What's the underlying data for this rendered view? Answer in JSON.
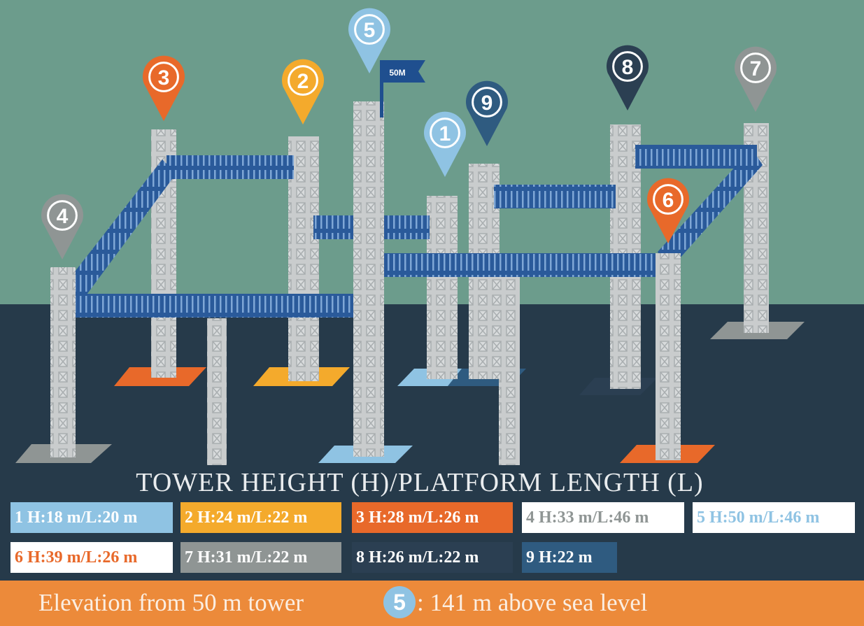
{
  "flag_label": "50M",
  "heading": "TOWER HEIGHT (H)/PLATFORM LENGTH (L)",
  "towers": [
    {
      "num": "1",
      "color": "#8fc3e3",
      "text_color": "#ffffff"
    },
    {
      "num": "2",
      "color": "#f4aa2c",
      "text_color": "#ffffff"
    },
    {
      "num": "3",
      "color": "#e8692a",
      "text_color": "#ffffff"
    },
    {
      "num": "4",
      "color": "#8f9594",
      "text_color": "#ffffff"
    },
    {
      "num": "5",
      "color": "#8fc3e3",
      "text_color": "#ffffff"
    },
    {
      "num": "6",
      "color": "#e8692a",
      "text_color": "#ffffff"
    },
    {
      "num": "7",
      "color": "#8f9594",
      "text_color": "#ffffff"
    },
    {
      "num": "8",
      "color": "#2b3f52",
      "text_color": "#ffffff"
    },
    {
      "num": "9",
      "color": "#2f5b80",
      "text_color": "#ffffff"
    }
  ],
  "legend": [
    {
      "label": "1 H:18 m/L:20 m",
      "bg": "#8fc3e3",
      "fg": "#ffffff"
    },
    {
      "label": "2 H:24 m/L:22 m",
      "bg": "#f4aa2c",
      "fg": "#ffffff"
    },
    {
      "label": "3 H:28 m/L:26 m",
      "bg": "#e8692a",
      "fg": "#ffffff"
    },
    {
      "label": "4 H:33 m/L:46 m",
      "bg": "#ffffff",
      "fg": "#8f9594"
    },
    {
      "label": "5 H:50 m/L:46 m",
      "bg": "#ffffff",
      "fg": "#8fc3e3"
    },
    {
      "label": "6 H:39 m/L:26 m",
      "bg": "#ffffff",
      "fg": "#e8692a"
    },
    {
      "label": "7 H:31 m/L:22 m",
      "bg": "#8f9594",
      "fg": "#ffffff"
    },
    {
      "label": "8 H:26 m/L:22 m",
      "bg": "#2b3f52",
      "fg": "#ffffff"
    },
    {
      "label": "9 H:22 m",
      "bg": "#2f5b80",
      "fg": "#ffffff"
    }
  ],
  "elevation": {
    "prefix": "Elevation from 50 m tower",
    "tower_num": "5",
    "suffix": ": 141 m above sea level"
  }
}
